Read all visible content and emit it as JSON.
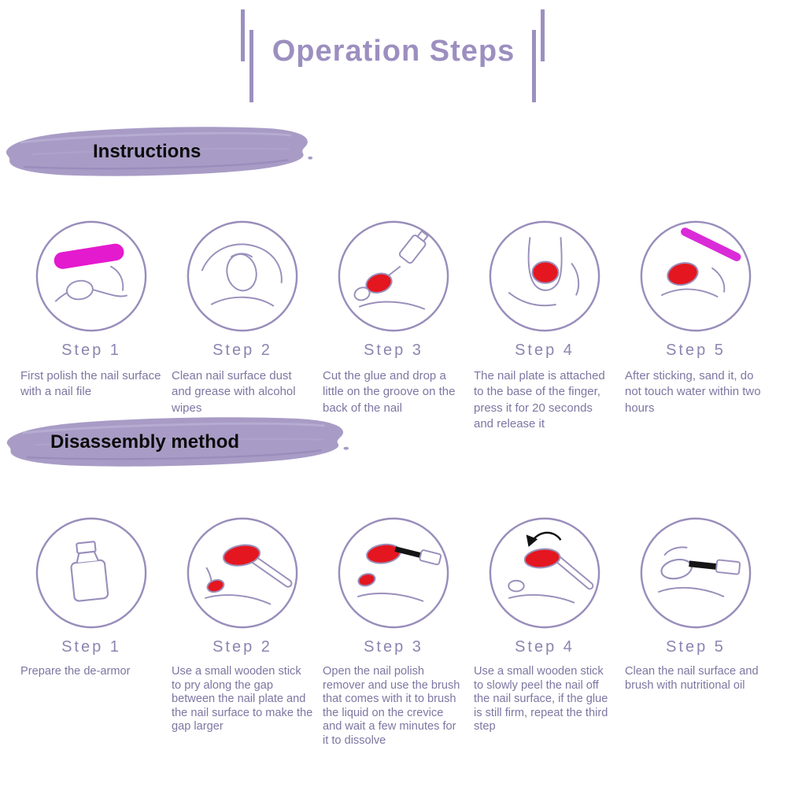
{
  "page": {
    "title": "Operation Steps"
  },
  "colors": {
    "accent_purple": "#9c8fc0",
    "banner_lavender": "#a89cc6",
    "text_purple": "#7e76a2",
    "outline_purple": "#9a8fbb",
    "nail_red": "#e4161f",
    "file_magenta": "#e31ace"
  },
  "sections": [
    {
      "heading": "Instructions",
      "steps": [
        {
          "label": "Step 1",
          "icon": "nail-file-icon",
          "caption": "First polish the nail surface with a nail file"
        },
        {
          "label": "Step 2",
          "icon": "clean-nail-icon",
          "caption": "Clean nail surface dust and grease with alcohol wipes"
        },
        {
          "label": "Step 3",
          "icon": "glue-drop-icon",
          "caption": "Cut the glue and drop a little on the groove on the back of the nail"
        },
        {
          "label": "Step 4",
          "icon": "press-nail-icon",
          "caption": "The nail plate is attached to the base of the finger, press it for 20 seconds and release it"
        },
        {
          "label": "Step 5",
          "icon": "sand-nail-icon",
          "caption": "After sticking, sand it, do not touch water within two hours"
        }
      ]
    },
    {
      "heading": "Disassembly method",
      "steps": [
        {
          "label": "Step 1",
          "icon": "remover-bottle-icon",
          "caption": "Prepare the de-armor"
        },
        {
          "label": "Step 2",
          "icon": "pry-stick-icon",
          "caption": "Use a small wooden stick to pry along the gap between the nail plate and the nail surface to make the gap larger"
        },
        {
          "label": "Step 3",
          "icon": "brush-remover-icon",
          "caption": "Open the nail polish remover and use the brush that comes with it to brush the liquid on the crevice and wait a few minutes for it to dissolve"
        },
        {
          "label": "Step 4",
          "icon": "peel-nail-icon",
          "caption": "Use a small wooden stick to slowly peel the nail off the nail surface, if the glue is still firm, repeat the third step"
        },
        {
          "label": "Step 5",
          "icon": "nutrition-oil-icon",
          "caption": "Clean the nail surface and brush with nutritional oil"
        }
      ]
    }
  ]
}
